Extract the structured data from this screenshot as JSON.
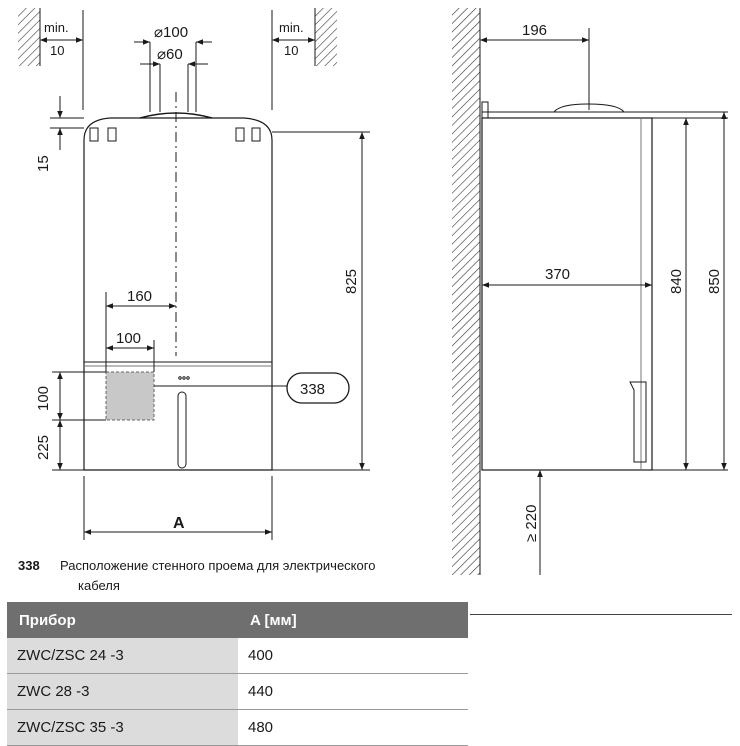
{
  "front_view": {
    "min_left": "min.",
    "min_left_value": "10",
    "min_right": "min.",
    "min_right_value": "10",
    "dia_outer": "⌀100",
    "dia_inner": "⌀60",
    "dim_15": "15",
    "dim_825": "825",
    "dim_160": "160",
    "dim_100_h": "100",
    "dim_100_v": "100",
    "dim_225": "225",
    "callout": "338",
    "width_label": "A"
  },
  "side_view": {
    "dim_196": "196",
    "dim_370": "370",
    "dim_840": "840",
    "dim_850": "850",
    "dim_220": "≥ 220"
  },
  "caption": {
    "number": "338",
    "text_line1": "Расположение стенного проема для электрического",
    "text_line2": "кабеля"
  },
  "table": {
    "headers": [
      "Прибор",
      "A [мм]"
    ],
    "rows": [
      {
        "device": "ZWC/ZSC 24 -3",
        "a": "400"
      },
      {
        "device": "ZWC 28 -3",
        "a": "440"
      },
      {
        "device": "ZWC/ZSC 35 -3",
        "a": "480"
      }
    ]
  }
}
